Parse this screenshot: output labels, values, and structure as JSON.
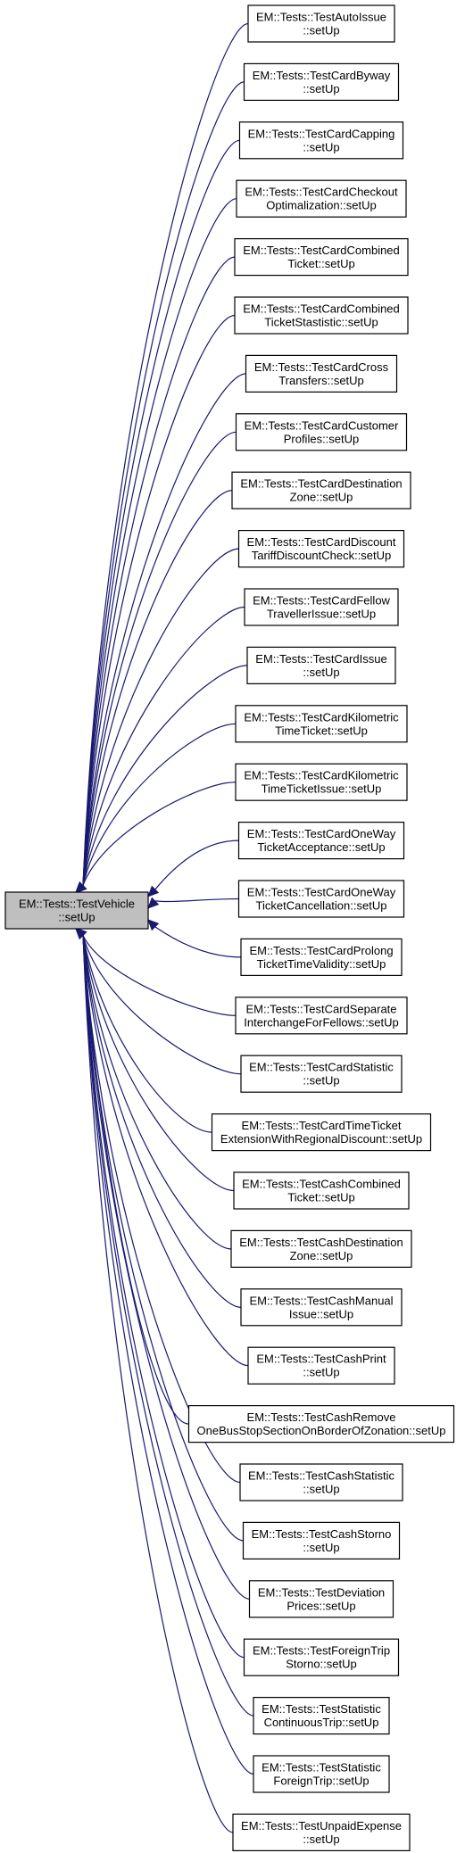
{
  "diagram": {
    "root": {
      "lines": [
        "EM::Tests::TestVehicle",
        "::setUp"
      ],
      "fill": "#bfbfbf"
    },
    "children": [
      {
        "lines": [
          "EM::Tests::TestAutoIssue",
          "::setUp"
        ]
      },
      {
        "lines": [
          "EM::Tests::TestCardByway",
          "::setUp"
        ]
      },
      {
        "lines": [
          "EM::Tests::TestCardCapping",
          "::setUp"
        ]
      },
      {
        "lines": [
          "EM::Tests::TestCardCheckout",
          "Optimalization::setUp"
        ]
      },
      {
        "lines": [
          "EM::Tests::TestCardCombined",
          "Ticket::setUp"
        ]
      },
      {
        "lines": [
          "EM::Tests::TestCardCombined",
          "TicketStastistic::setUp"
        ]
      },
      {
        "lines": [
          "EM::Tests::TestCardCross",
          "Transfers::setUp"
        ]
      },
      {
        "lines": [
          "EM::Tests::TestCardCustomer",
          "Profiles::setUp"
        ]
      },
      {
        "lines": [
          "EM::Tests::TestCardDestination",
          "Zone::setUp"
        ]
      },
      {
        "lines": [
          "EM::Tests::TestCardDiscount",
          "TariffDiscountCheck::setUp"
        ]
      },
      {
        "lines": [
          "EM::Tests::TestCardFellow",
          "TravellerIssue::setUp"
        ]
      },
      {
        "lines": [
          "EM::Tests::TestCardIssue",
          "::setUp"
        ]
      },
      {
        "lines": [
          "EM::Tests::TestCardKilometric",
          "TimeTicket::setUp"
        ]
      },
      {
        "lines": [
          "EM::Tests::TestCardKilometric",
          "TimeTicketIssue::setUp"
        ]
      },
      {
        "lines": [
          "EM::Tests::TestCardOneWay",
          "TicketAcceptance::setUp"
        ]
      },
      {
        "lines": [
          "EM::Tests::TestCardOneWay",
          "TicketCancellation::setUp"
        ]
      },
      {
        "lines": [
          "EM::Tests::TestCardProlong",
          "TicketTimeValidity::setUp"
        ]
      },
      {
        "lines": [
          "EM::Tests::TestCardSeparate",
          "InterchangeForFellows::setUp"
        ]
      },
      {
        "lines": [
          "EM::Tests::TestCardStatistic",
          "::setUp"
        ]
      },
      {
        "lines": [
          "EM::Tests::TestCardTimeTicket",
          "ExtensionWithRegionalDiscount::setUp"
        ]
      },
      {
        "lines": [
          "EM::Tests::TestCashCombined",
          "Ticket::setUp"
        ]
      },
      {
        "lines": [
          "EM::Tests::TestCashDestination",
          "Zone::setUp"
        ]
      },
      {
        "lines": [
          "EM::Tests::TestCashManual",
          "Issue::setUp"
        ]
      },
      {
        "lines": [
          "EM::Tests::TestCashPrint",
          "::setUp"
        ]
      },
      {
        "lines": [
          "EM::Tests::TestCashRemove",
          "OneBusStopSectionOnBorderOfZonation::setUp"
        ]
      },
      {
        "lines": [
          "EM::Tests::TestCashStatistic",
          "::setUp"
        ]
      },
      {
        "lines": [
          "EM::Tests::TestCashStorno",
          "::setUp"
        ]
      },
      {
        "lines": [
          "EM::Tests::TestDeviation",
          "Prices::setUp"
        ]
      },
      {
        "lines": [
          "EM::Tests::TestForeignTrip",
          "Storno::setUp"
        ]
      },
      {
        "lines": [
          "EM::Tests::TestStatistic",
          "ContinuousTrip::setUp"
        ]
      },
      {
        "lines": [
          "EM::Tests::TestStatistic",
          "ForeignTrip::setUp"
        ]
      },
      {
        "lines": [
          "EM::Tests::TestUnpaidExpense",
          "::setUp"
        ]
      }
    ],
    "colors": {
      "edge": "#191970",
      "node_fill": "#ffffff",
      "node_stroke": "#000000"
    }
  }
}
